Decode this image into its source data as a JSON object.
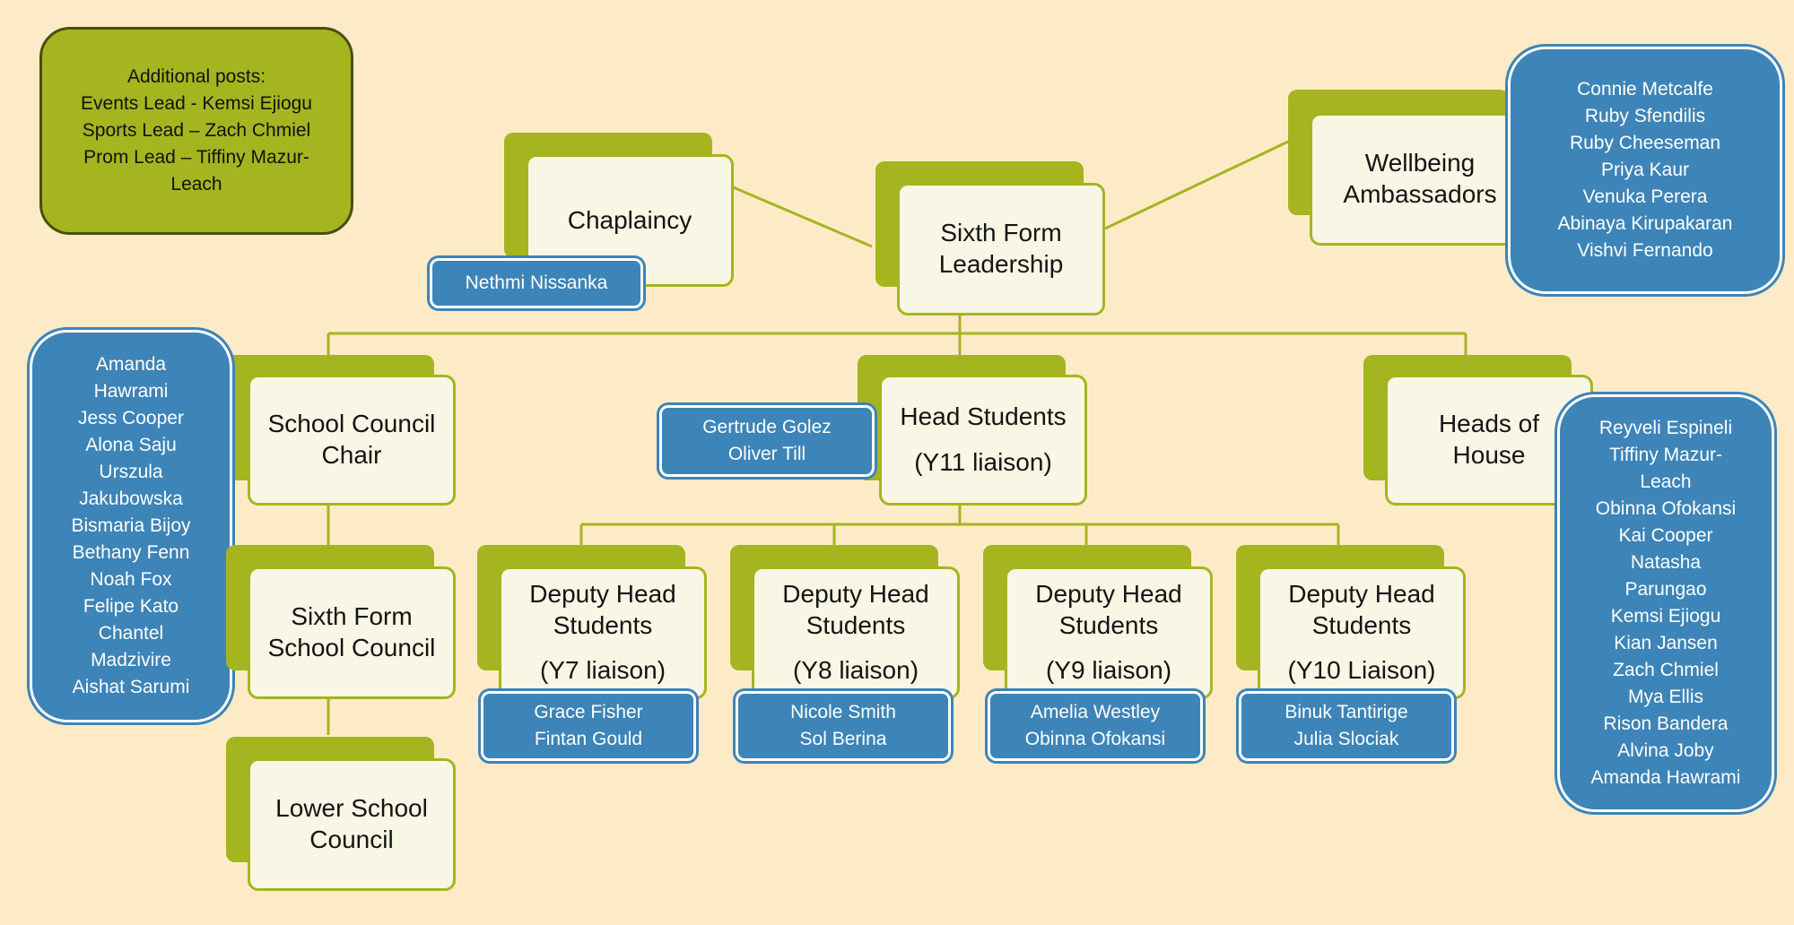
{
  "additional_posts": {
    "lines": [
      "Additional posts:",
      "Events Lead -  Kemsi Ejiogu",
      "Sports Lead – Zach Chmiel",
      "Prom Lead – Tiffiny Mazur-",
      "Leach"
    ]
  },
  "colors": {
    "background": "#fdebc8",
    "green": "#a5b51f",
    "blue": "#3d84b8",
    "box": "#f8f6e4"
  },
  "nodes": {
    "chaplaincy": {
      "label": [
        "Chaplaincy"
      ],
      "members": [
        "Nethmi Nissanka"
      ]
    },
    "sixth_form_leadership": {
      "label": [
        "Sixth Form",
        "Leadership"
      ]
    },
    "wellbeing": {
      "label": [
        "Wellbeing",
        "Ambassadors"
      ],
      "members": [
        "Connie Metcalfe",
        "Ruby Sfendilis",
        "Ruby Cheeseman",
        "Priya Kaur",
        "Venuka Perera",
        "Abinaya Kirupakaran",
        "Vishvi Fernando"
      ]
    },
    "school_council_chair": {
      "label": [
        "School Council",
        "Chair"
      ],
      "members": [
        "Amanda",
        "Hawrami",
        "Jess Cooper",
        "Alona Saju",
        "Urszula",
        "Jakubowska",
        "Bismaria Bijoy",
        "Bethany Fenn",
        "Noah Fox",
        "Felipe Kato",
        "Chantel",
        "Madzivire",
        "Aishat Sarumi"
      ]
    },
    "sixth_form_school_council": {
      "label": [
        "Sixth Form",
        "School Council"
      ]
    },
    "lower_school_council": {
      "label": [
        "Lower School",
        "Council"
      ]
    },
    "head_students": {
      "label": [
        "Head Students"
      ],
      "sublabel": "(Y11 liaison)",
      "members": [
        "Gertrude Golez",
        "Oliver Till"
      ]
    },
    "heads_of_house": {
      "label": [
        "Heads of",
        "House"
      ],
      "members": [
        "Reyveli Espineli",
        "Tiffiny Mazur-",
        "Leach",
        "Obinna Ofokansi",
        "Kai Cooper",
        "Natasha",
        "Parungao",
        "Kemsi Ejiogu",
        "Kian Jansen",
        "Zach Chmiel",
        "Mya Ellis",
        "Rison Bandera",
        "Alvina Joby",
        "Amanda Hawrami"
      ]
    },
    "deputy_y7": {
      "label": [
        "Deputy Head",
        "Students"
      ],
      "sublabel": "(Y7 liaison)",
      "members": [
        "Grace Fisher",
        "Fintan Gould"
      ]
    },
    "deputy_y8": {
      "label": [
        "Deputy Head",
        "Students"
      ],
      "sublabel": "(Y8 liaison)",
      "members": [
        "Nicole Smith",
        "Sol Berina"
      ]
    },
    "deputy_y9": {
      "label": [
        "Deputy Head",
        "Students"
      ],
      "sublabel": "(Y9 liaison)",
      "members": [
        "Amelia Westley",
        "Obinna Ofokansi"
      ]
    },
    "deputy_y10": {
      "label": [
        "Deputy Head",
        "Students"
      ],
      "sublabel": "(Y10 Liaison)",
      "members": [
        "Binuk Tantirige",
        "Julia Slociak"
      ]
    }
  }
}
